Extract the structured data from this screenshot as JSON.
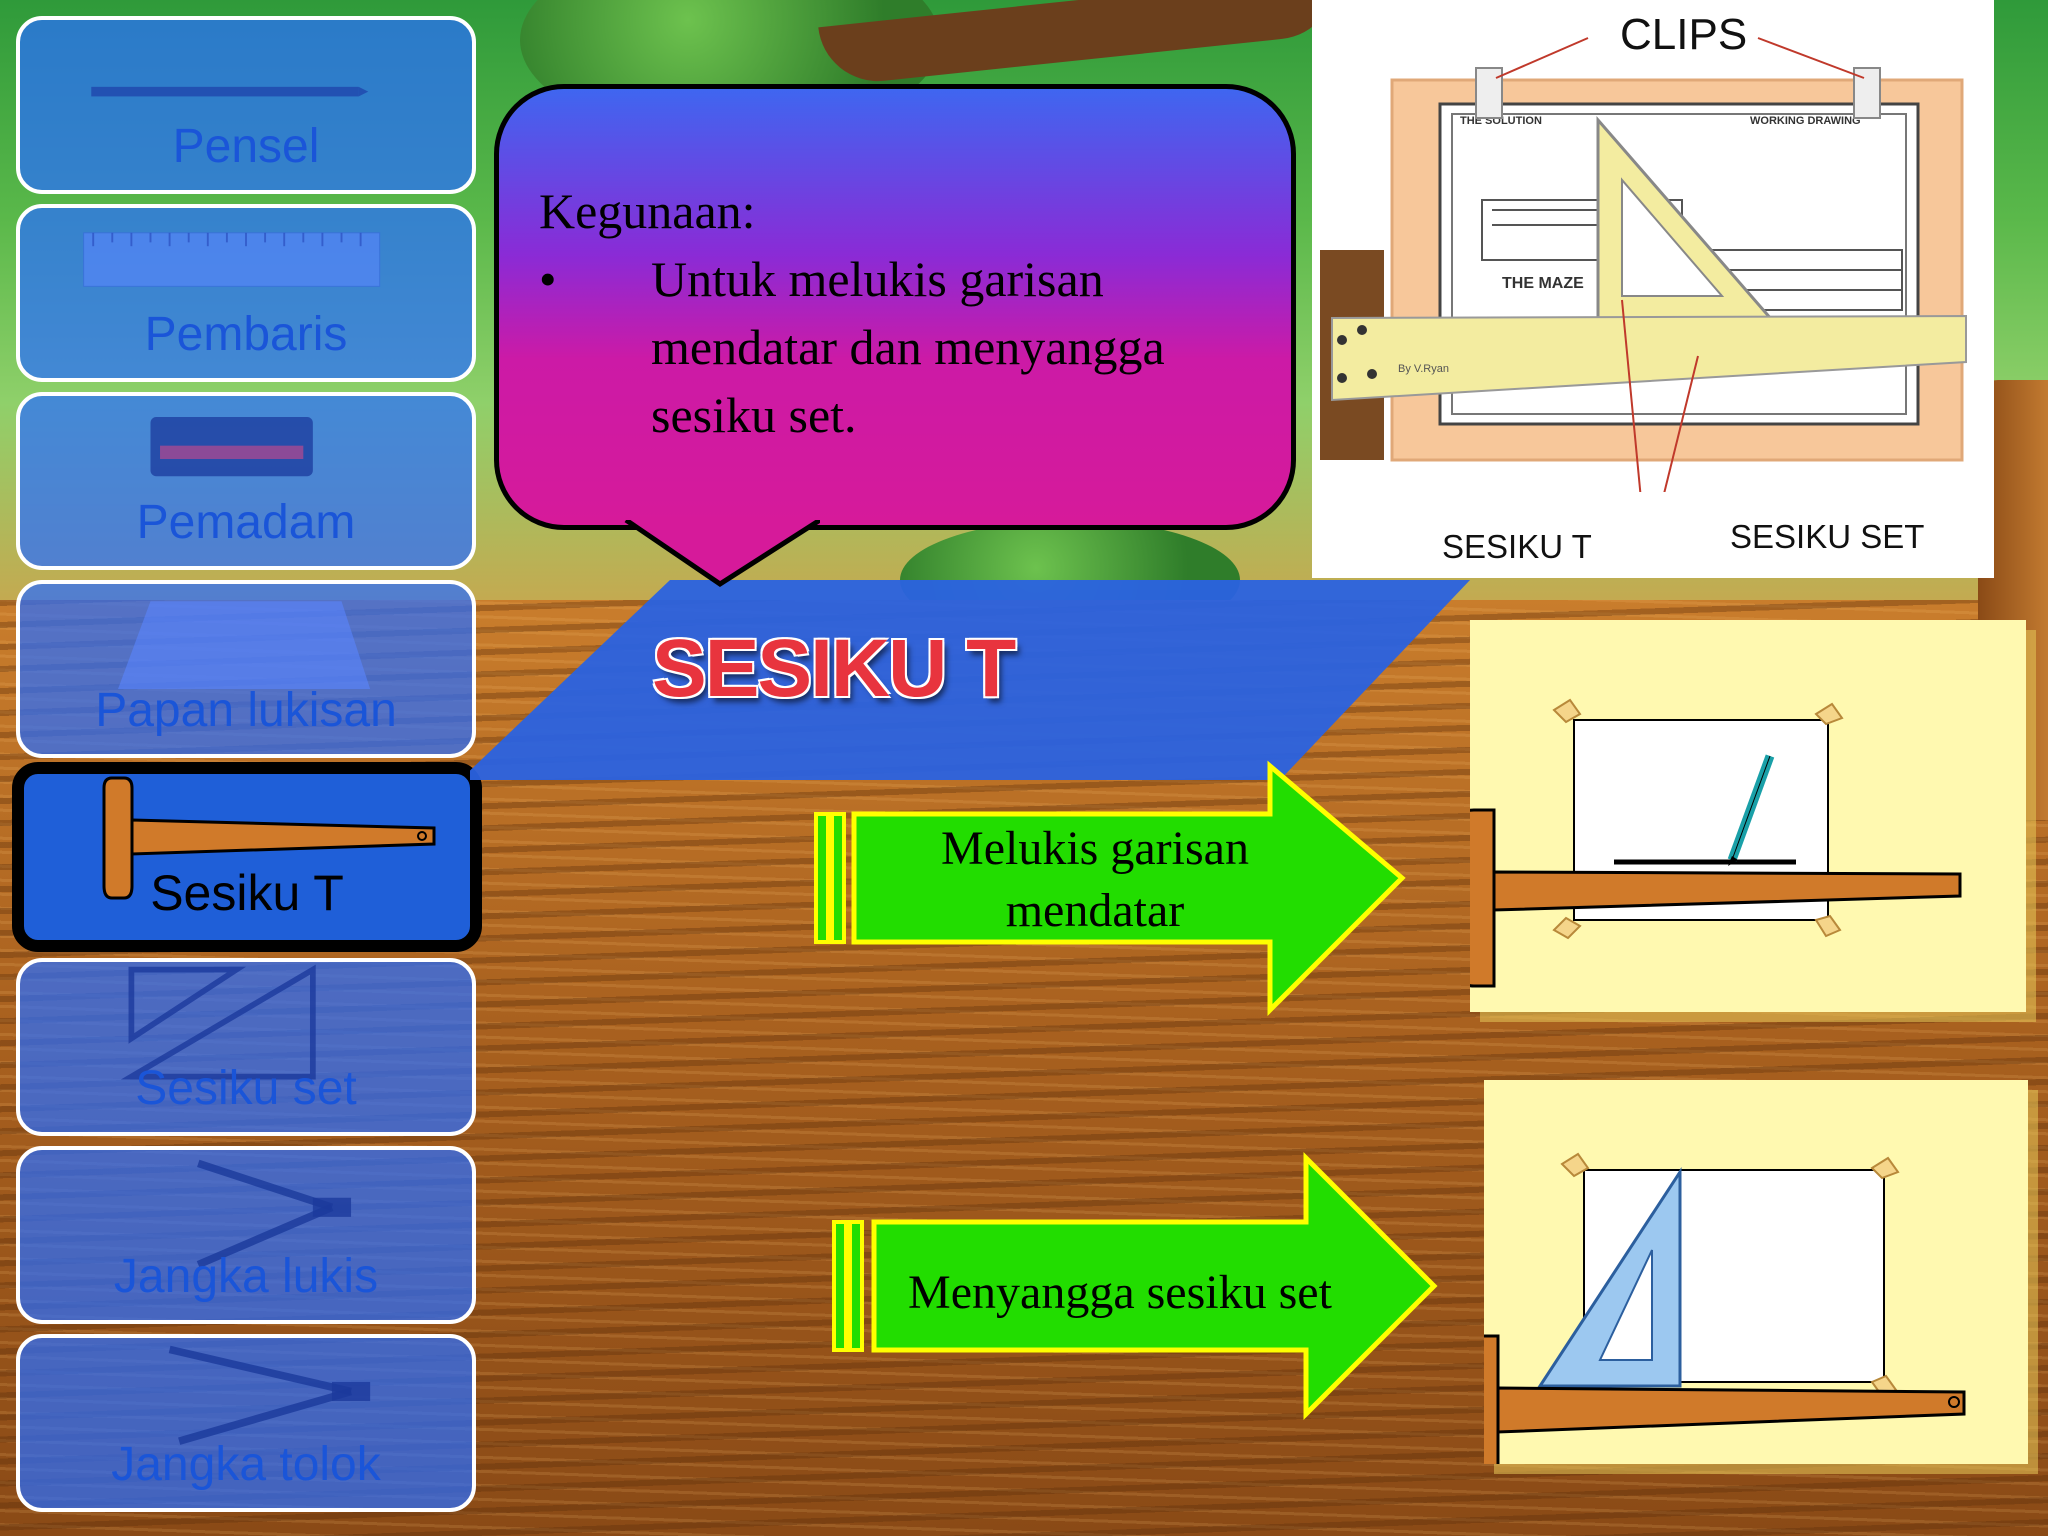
{
  "sidebar": {
    "items": [
      {
        "label": "Pensel",
        "active": false
      },
      {
        "label": "Pembaris",
        "active": false
      },
      {
        "label": "Pemadam",
        "active": false
      },
      {
        "label": "Papan lukisan",
        "active": false
      },
      {
        "label": "Sesiku T",
        "active": true
      },
      {
        "label": "Sesiku set",
        "active": false
      },
      {
        "label": "Jangka lukis",
        "active": false
      },
      {
        "label": "Jangka tolok",
        "active": false
      }
    ]
  },
  "bubble": {
    "heading": "Kegunaan:",
    "bullet": "•",
    "body": "Untuk melukis garisan mendatar dan menyangga sesiku set."
  },
  "banner": {
    "title": "SESIKU T"
  },
  "clips_picture": {
    "title": "CLIPS",
    "caption_left": "SESIKU T",
    "caption_right": "SESIKU  SET",
    "drawing_text_1": "THE MAZE",
    "drawing_text_2": "WORKING DRAWING",
    "drawing_text_3": "THE SOLUTION",
    "drawing_text_4": "By V.Ryan"
  },
  "arrows": [
    {
      "label_line1": "Melukis garisan",
      "label_line2": "mendatar"
    },
    {
      "label_line1": "Menyangga sesiku set",
      "label_line2": ""
    }
  ],
  "colors": {
    "sidebar_fill": "#2f6dff",
    "sidebar_label": "#1a55d8",
    "active_border": "#000000",
    "bubble_top": "#3f66f0",
    "bubble_bottom": "#d61a9a",
    "banner_fill": "#2a62e0",
    "title_red": "#e8343e",
    "arrow_green": "#22dd00",
    "arrow_border": "#ffff00",
    "card_yellow": "#fff9b0",
    "tsquare_brown": "#d07a2a",
    "setsquare_blue": "#9cc8f0"
  }
}
